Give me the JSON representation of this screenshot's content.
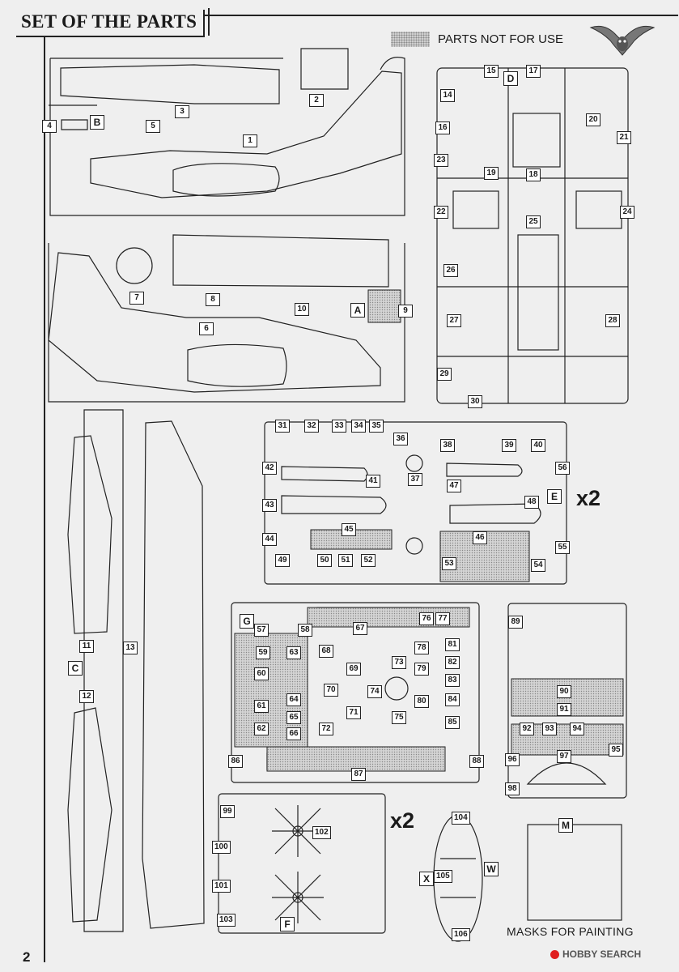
{
  "page": {
    "title": "SET OF THE PARTS",
    "page_number": "2",
    "legend_label": "PARTS NOT FOR USE",
    "multiplier_label": "x2",
    "masks_label": "MASKS FOR PAINTING",
    "watermark": "HOBBY SEARCH"
  },
  "sprue_letters": [
    "B",
    "A",
    "D",
    "E",
    "C",
    "G",
    "M",
    "F",
    "W",
    "X"
  ],
  "part_numbers": [
    "1",
    "2",
    "3",
    "4",
    "5",
    "6",
    "7",
    "8",
    "9",
    "10",
    "11",
    "12",
    "13",
    "14",
    "15",
    "16",
    "17",
    "18",
    "19",
    "20",
    "21",
    "22",
    "23",
    "24",
    "25",
    "26",
    "27",
    "28",
    "29",
    "30",
    "31",
    "32",
    "33",
    "34",
    "35",
    "36",
    "37",
    "38",
    "39",
    "40",
    "41",
    "42",
    "43",
    "44",
    "45",
    "46",
    "47",
    "48",
    "49",
    "50",
    "51",
    "52",
    "53",
    "54",
    "55",
    "56",
    "57",
    "58",
    "59",
    "60",
    "61",
    "62",
    "63",
    "64",
    "65",
    "66",
    "67",
    "68",
    "69",
    "70",
    "71",
    "72",
    "73",
    "74",
    "75",
    "76",
    "77",
    "78",
    "79",
    "80",
    "81",
    "82",
    "83",
    "84",
    "85",
    "86",
    "87",
    "88",
    "89",
    "90",
    "91",
    "92",
    "93",
    "94",
    "95",
    "96",
    "97",
    "98",
    "99",
    "100",
    "101",
    "102",
    "103",
    "104",
    "105",
    "106"
  ]
}
